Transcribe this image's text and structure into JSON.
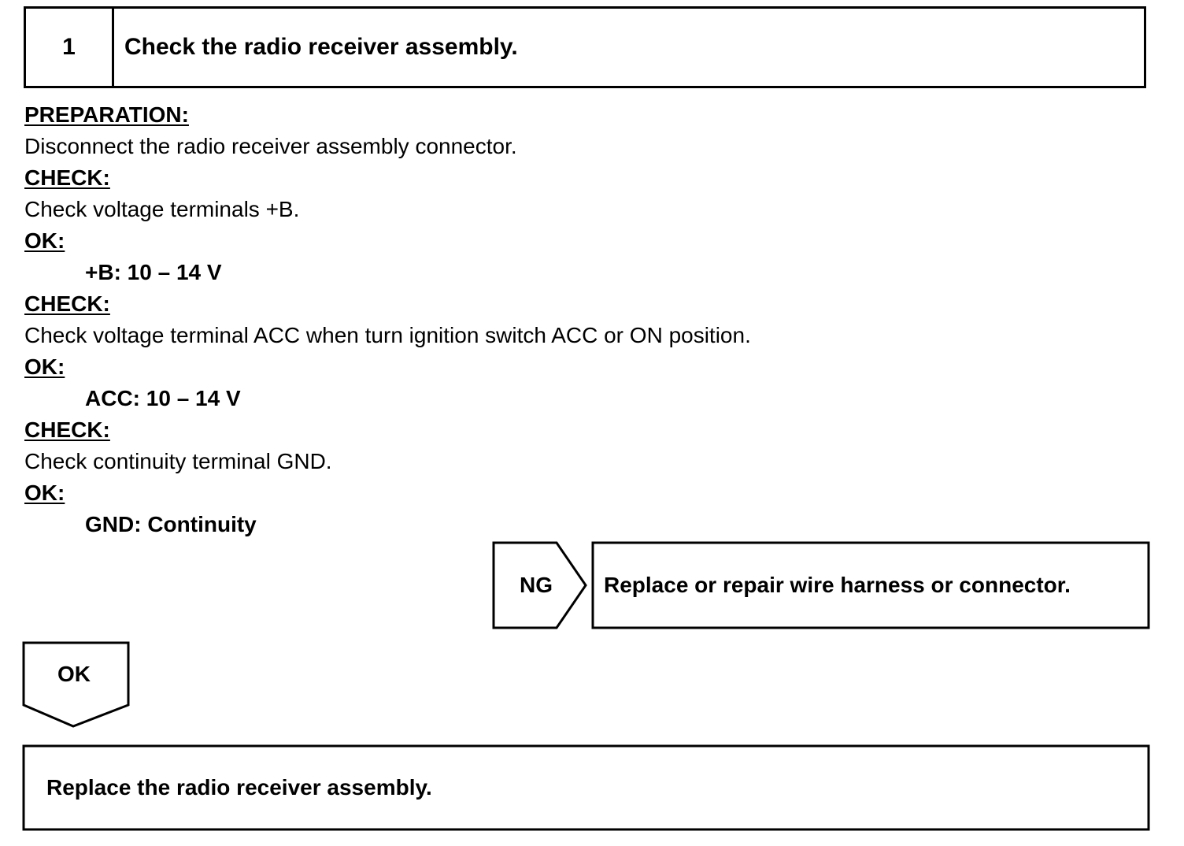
{
  "step": {
    "number": "1",
    "title": "Check the radio receiver assembly."
  },
  "content": [
    {
      "kind": "head",
      "text": "PREPARATION:"
    },
    {
      "kind": "text",
      "text": "Disconnect the radio receiver assembly connector."
    },
    {
      "kind": "head",
      "text": "CHECK:"
    },
    {
      "kind": "text",
      "text": "Check voltage terminals +B."
    },
    {
      "kind": "head",
      "text": "OK:"
    },
    {
      "kind": "spec",
      "text": "+B: 10 – 14 V"
    },
    {
      "kind": "head",
      "text": "CHECK:"
    },
    {
      "kind": "text",
      "text": "Check voltage terminal ACC when turn ignition switch ACC or ON position."
    },
    {
      "kind": "head",
      "text": "OK:"
    },
    {
      "kind": "spec",
      "text": "ACC: 10 – 14 V"
    },
    {
      "kind": "head",
      "text": "CHECK:"
    },
    {
      "kind": "text",
      "text": "Check continuity terminal GND."
    },
    {
      "kind": "head",
      "text": "OK:"
    },
    {
      "kind": "spec",
      "text": "GND: Continuity"
    }
  ],
  "flow": {
    "ng_label": "NG",
    "ng_action": "Replace or repair wire harness or connector.",
    "ok_label": "OK",
    "ok_action": "Replace the radio receiver assembly."
  }
}
